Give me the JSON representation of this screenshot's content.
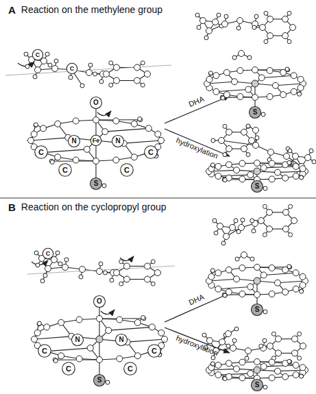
{
  "diagram": {
    "labels": [
      "A",
      "Reaction on the methylene group",
      "DHA",
      "hydroxylation",
      "B",
      "Reaction on the cyclopropyl group",
      "DHA",
      "hydroxylation",
      "C",
      "C",
      "N",
      "Fe",
      "N",
      "C",
      "C",
      "S",
      "O",
      "C",
      "C",
      "S",
      "S",
      "C",
      "C",
      "N",
      "N",
      "C",
      "C",
      "S",
      "O",
      "C",
      "S",
      "S"
    ]
  }
}
